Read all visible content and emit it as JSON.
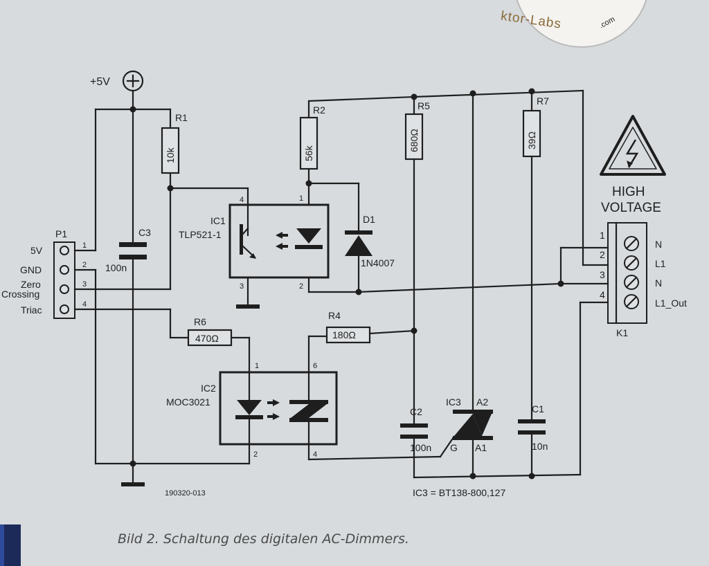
{
  "watermark": {
    "text": "ktor-Labs",
    "suffix": ".com"
  },
  "supply": {
    "label": "+5V"
  },
  "p1": {
    "name": "P1",
    "pins": [
      {
        "label": "5V",
        "num": "1"
      },
      {
        "label": "GND",
        "num": "2"
      },
      {
        "label": "Zero",
        "label2": "Crossing",
        "num": "3"
      },
      {
        "label": "Triac",
        "num": "4"
      }
    ]
  },
  "r1": {
    "name": "R1",
    "value": "10k"
  },
  "r2": {
    "name": "R2",
    "value": "56k"
  },
  "r5": {
    "name": "R5",
    "value": "680Ω"
  },
  "r7": {
    "name": "R7",
    "value": "39Ω"
  },
  "r6": {
    "name": "R6",
    "value": "470Ω"
  },
  "r4": {
    "name": "R4",
    "value": "180Ω"
  },
  "c3": {
    "name": "C3",
    "value": "100n"
  },
  "c2": {
    "name": "C2",
    "value": "100n"
  },
  "c1": {
    "name": "C1",
    "value": "10n"
  },
  "d1": {
    "name": "D1",
    "value": "1N4007"
  },
  "ic1": {
    "name": "IC1",
    "part": "TLP521-1",
    "pin1": "1",
    "pin2": "2",
    "pin3": "3",
    "pin4": "4"
  },
  "ic2": {
    "name": "IC2",
    "part": "MOC3021",
    "pin1": "1",
    "pin2": "2",
    "pin4": "4",
    "pin6": "6"
  },
  "ic3": {
    "name": "IC3",
    "a2": "A2",
    "a1": "A1",
    "g": "G",
    "note": "IC3 = BT138-800,127"
  },
  "warning": {
    "line1": "HIGH",
    "line2": "VOLTAGE"
  },
  "k1": {
    "name": "K1",
    "pins": [
      {
        "num": "1",
        "label": "N"
      },
      {
        "num": "2",
        "label": "L1"
      },
      {
        "num": "3",
        "label": "N"
      },
      {
        "num": "4",
        "label": "L1_Out"
      }
    ]
  },
  "drawing_number": "190320-013",
  "caption": "Bild 2. Schaltung des digitalen AC-Dimmers."
}
